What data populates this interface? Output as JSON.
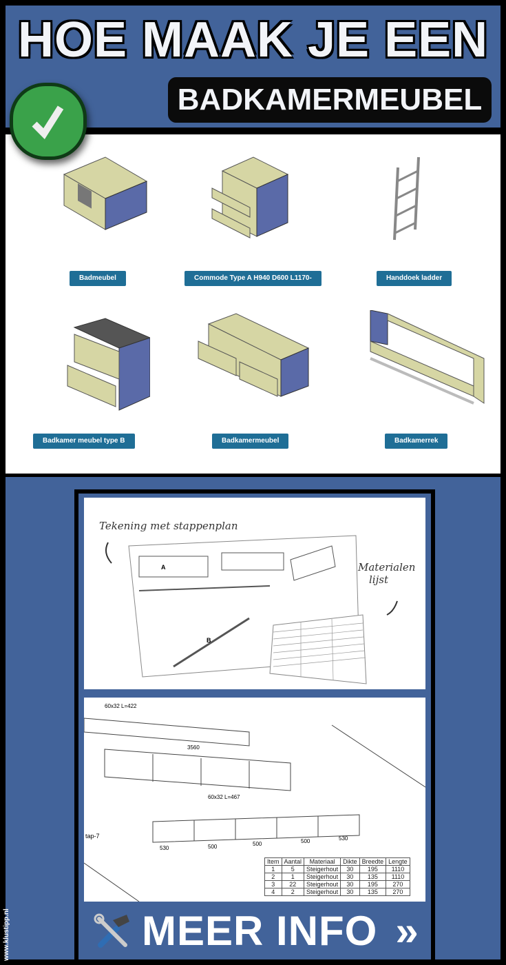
{
  "header": {
    "title_line1": "HOE MAAK JE EEN",
    "title_line2": "BADKAMERMEUBEL",
    "badge_icon": "checkmark-icon"
  },
  "products": [
    {
      "label": "Badmeubel"
    },
    {
      "label": "Commode Type A H940 D600 L1170-"
    },
    {
      "label": "Handdoek ladder"
    },
    {
      "label": "Badkamer meubel type B"
    },
    {
      "label": "Badkamermeubel"
    },
    {
      "label": "Badkamerrek"
    }
  ],
  "drawing1": {
    "label_left": "Tekening met stappenplan",
    "label_right": "Materialen lijst",
    "part_label": "A",
    "part_label_b": "B"
  },
  "drawing2": {
    "dimensions": [
      "3560",
      "60x32 L=422",
      "60x32 L=467",
      "530",
      "500",
      "500",
      "500",
      "530"
    ],
    "step_label": "tap-7",
    "table_headers": [
      "Item",
      "Aantal",
      "Materiaal",
      "Dikte",
      "Breedte",
      "Lengte"
    ],
    "table_rows": [
      [
        "1",
        "5",
        "Steigerhout",
        "30",
        "195",
        "1110"
      ],
      [
        "2",
        "1",
        "Steigerhout",
        "30",
        "135",
        "1110"
      ],
      [
        "3",
        "22",
        "Steigerhout",
        "30",
        "195",
        "270"
      ],
      [
        "4",
        "2",
        "Steigerhout",
        "30",
        "135",
        "270"
      ]
    ]
  },
  "cta": {
    "label": "MEER INFO",
    "arrows": "»",
    "icon": "tools-icon"
  },
  "watermark": "www.klustipp.nl",
  "colors": {
    "blue": "#42639a",
    "button": "#1f6e96",
    "badge": "#3aa24a",
    "wood": "#d6d6a4",
    "furniture_blue": "#5a6aa8"
  }
}
